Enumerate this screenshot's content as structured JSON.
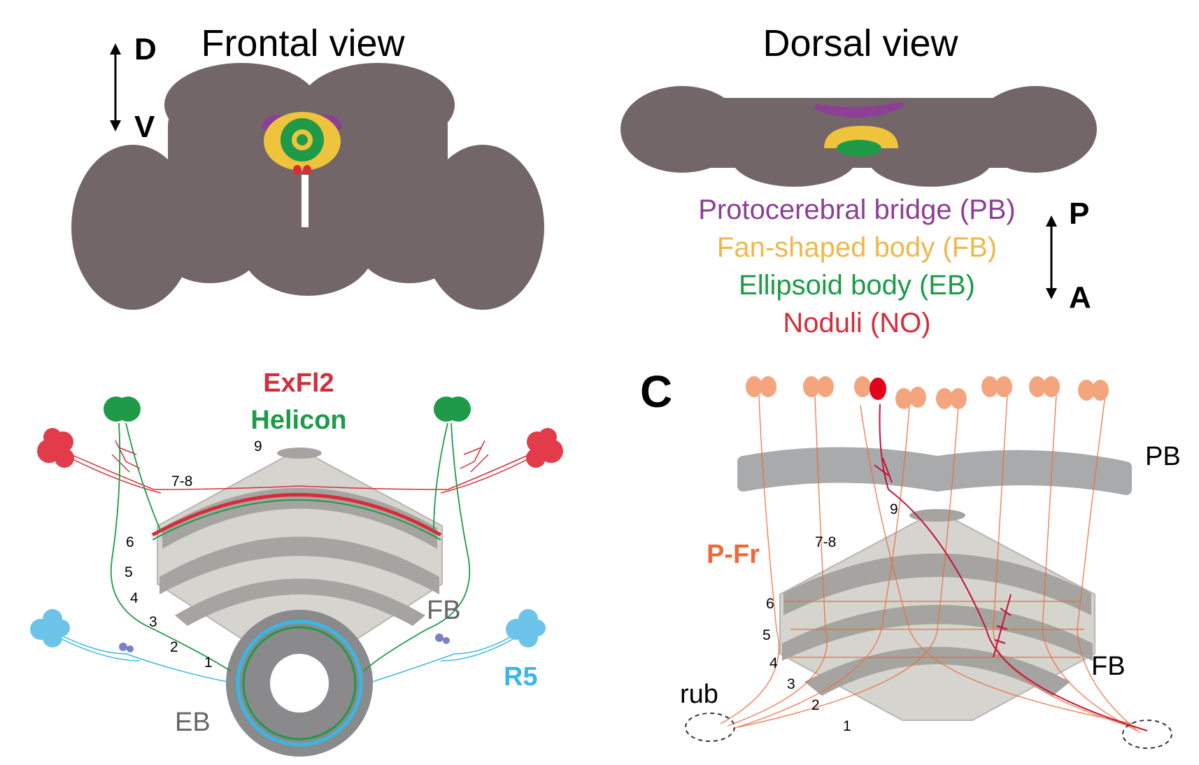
{
  "panel_a": {
    "frontal_title": "Frontal view",
    "dorsal_title": "Dorsal view",
    "dv_axis": {
      "top": "D",
      "bottom": "V"
    },
    "pa_axis": {
      "top": "P",
      "bottom": "A"
    },
    "legend": [
      {
        "text": "Protocerebral bridge (PB)",
        "color": "#8d3f95"
      },
      {
        "text": "Fan-shaped body (FB)",
        "color": "#f0b84a"
      },
      {
        "text": "Ellipsoid body (EB)",
        "color": "#1e9a48"
      },
      {
        "text": "Noduli (NO)",
        "color": "#d62d3a"
      }
    ],
    "brain_color": "#726668"
  },
  "panel_b": {
    "genes": [
      {
        "text": "ExFl2",
        "color": "#d62d3a"
      },
      {
        "text": "Helicon",
        "color": "#1e9a48"
      }
    ],
    "layers": [
      "9",
      "7-8",
      "6",
      "5",
      "4",
      "3",
      "2",
      "1"
    ],
    "fb_label": "FB",
    "eb_label": "EB",
    "r5_label": "R5",
    "r5_color": "#39b7e6"
  },
  "panel_c": {
    "letter": "C",
    "pb_label": "PB",
    "fb_label": "FB",
    "rub_label": "rub",
    "neuron_label": "P-Fr",
    "neuron_color": "#ee6a3a",
    "layers": [
      "9",
      "7-8",
      "6",
      "5",
      "4",
      "3",
      "2",
      "1"
    ]
  }
}
